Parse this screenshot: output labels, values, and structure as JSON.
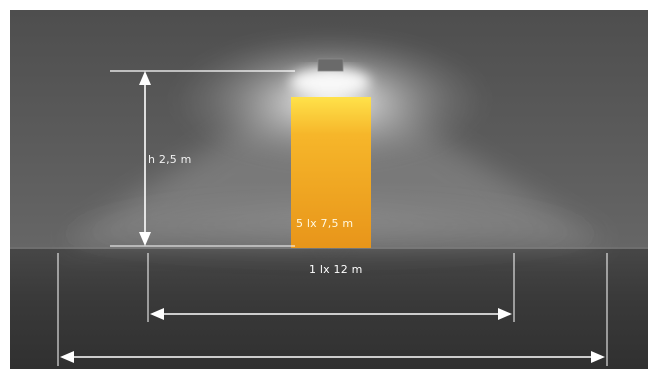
{
  "diagram": {
    "mounting_height_label": "h 2,5 m",
    "zone_5lx_label": "5 lx  7,5 m",
    "zone_1lx_label": "1 lx  12 m"
  },
  "colors": {
    "frame": "#ffffff",
    "background_wall": "#5a5a5a",
    "floor": "#3c3c3c",
    "light_zone": "#f0a21a",
    "light_zone_top": "#ffe04a",
    "fixture": "#6a6a6a",
    "dimension_lines": "#ffffff"
  },
  "icons": {
    "fixture": "wall-light-fixture-icon",
    "arrows": "double-headed-arrow-icon"
  }
}
